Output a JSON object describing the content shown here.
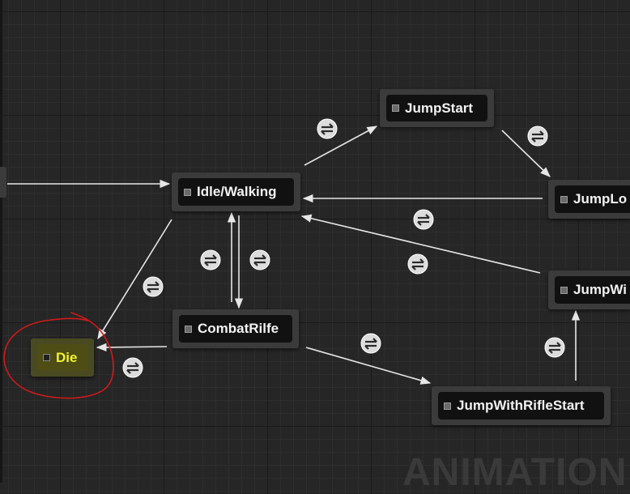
{
  "graph": {
    "watermark": "ANIMATION",
    "states": {
      "idle_walking": "Idle/Walking",
      "jump_start": "JumpStart",
      "jump_loop": "JumpLo",
      "jump_with_rifle": "JumpWi",
      "combat_rifle": "CombatRilfe",
      "jump_with_rifle_start": "JumpWithRifleStart",
      "die": "Die"
    },
    "selected_state": "Die",
    "colors": {
      "canvas": "#262626",
      "node": "#3b3b3b",
      "selected_text": "#f2f230",
      "annotation": "#d01a1a"
    },
    "icons": {
      "transition": "transition-rule-icon",
      "state_marker": "state-square-icon",
      "annotation": "red-freehand-circle"
    }
  }
}
